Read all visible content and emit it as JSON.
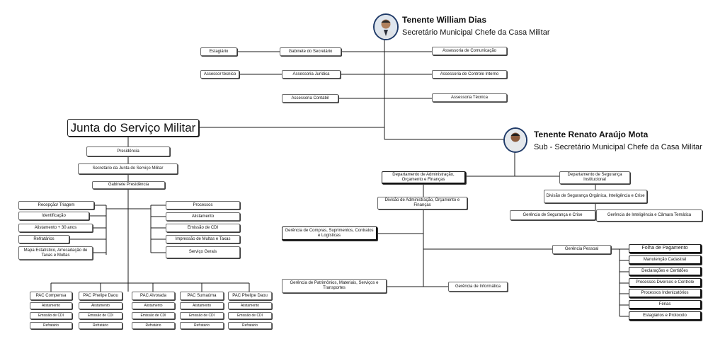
{
  "head1": {
    "name": "Tenente William Dias",
    "role": "Secretário Municipal Chefe da Casa Militar"
  },
  "head2": {
    "name": "Tenente Renato Araújo Mota",
    "role": "Sub - Secretário Municipal Chefe da Casa Militar"
  },
  "top": {
    "estagiario": "Estagiário",
    "gabinete": "Gabinete do Secretário",
    "comunicacao": "Assessoria de Comunicação",
    "assessor_tecnico": "Assessor técnico",
    "juridica": "Assessoria Jurídica",
    "controle_interno": "Assessoria de Controle Interno",
    "contabil": "Assessoria Contábil",
    "tecnica": "Assessoria Técnica"
  },
  "junta": {
    "title": "Junta do Serviço Militar",
    "presidencia": "Presidência",
    "secretario": "Secretário da Junta do Serviço Militar",
    "gabinete": "Gabinete Presidência",
    "left": [
      "Recepção/ Triagem",
      "Identificação",
      "Alistamento  +  30 anos",
      "Refratários",
      "Mapa Estatístico, Arrecadação de Taxas e Multas"
    ],
    "right": [
      "Processos",
      "Alistamento",
      "Emissão de CDI",
      "Impressão de Multas e Taxas",
      "Serviço Gerais"
    ],
    "pacs": [
      {
        "name": "PAC Compensa",
        "items": [
          "Alistamento",
          "Emissão de CDI",
          "Refratário"
        ]
      },
      {
        "name": "PAC Phelipe Daou",
        "items": [
          "Alistamento",
          "Emissão de CDI",
          "Refratário"
        ]
      },
      {
        "name": "PAC Alvorada",
        "items": [
          "Alistamento",
          "Emissão de CDI",
          "Refratário"
        ]
      },
      {
        "name": "PAC Sumaúma",
        "items": [
          "Alistamento",
          "Emissão de CDI",
          "Refratário"
        ]
      },
      {
        "name": "PAC Phelipe Daou",
        "items": [
          "Alistamento",
          "Emissão de CDI",
          "Refratário"
        ]
      }
    ]
  },
  "sub": {
    "dep_admin": "Departamento de Administração, Orçamento e Finanças",
    "div_admin": "Divisão de Administração, Orçamento e Finanças",
    "compras": "Gerência de Compras, Suprimentos, Contratos e Logísticas",
    "patrimonio": "Gerência de Patrimônios, Materiais, Serviços e Transportes",
    "informatica": "Gerência de Informática",
    "pessoal": "Gerência Pessoal",
    "pessoal_items": [
      "Folha de Pagamento",
      "Manutenção Cadastral",
      "Declarações e Certidões",
      "Processos Diversos e Controle",
      "Processos Indenizatórios",
      "Férias",
      "Estagiários e Protocolo"
    ],
    "dep_seguranca": "Departamento de Segurança Institucional",
    "div_seguranca": "Divisão de Segurança Orgânica, Inteligência e Crise",
    "ger_seguranca": "Gerência de Segurança e Crise",
    "ger_inteligencia": "Gerência de Inteligência e Câmara Temática"
  }
}
